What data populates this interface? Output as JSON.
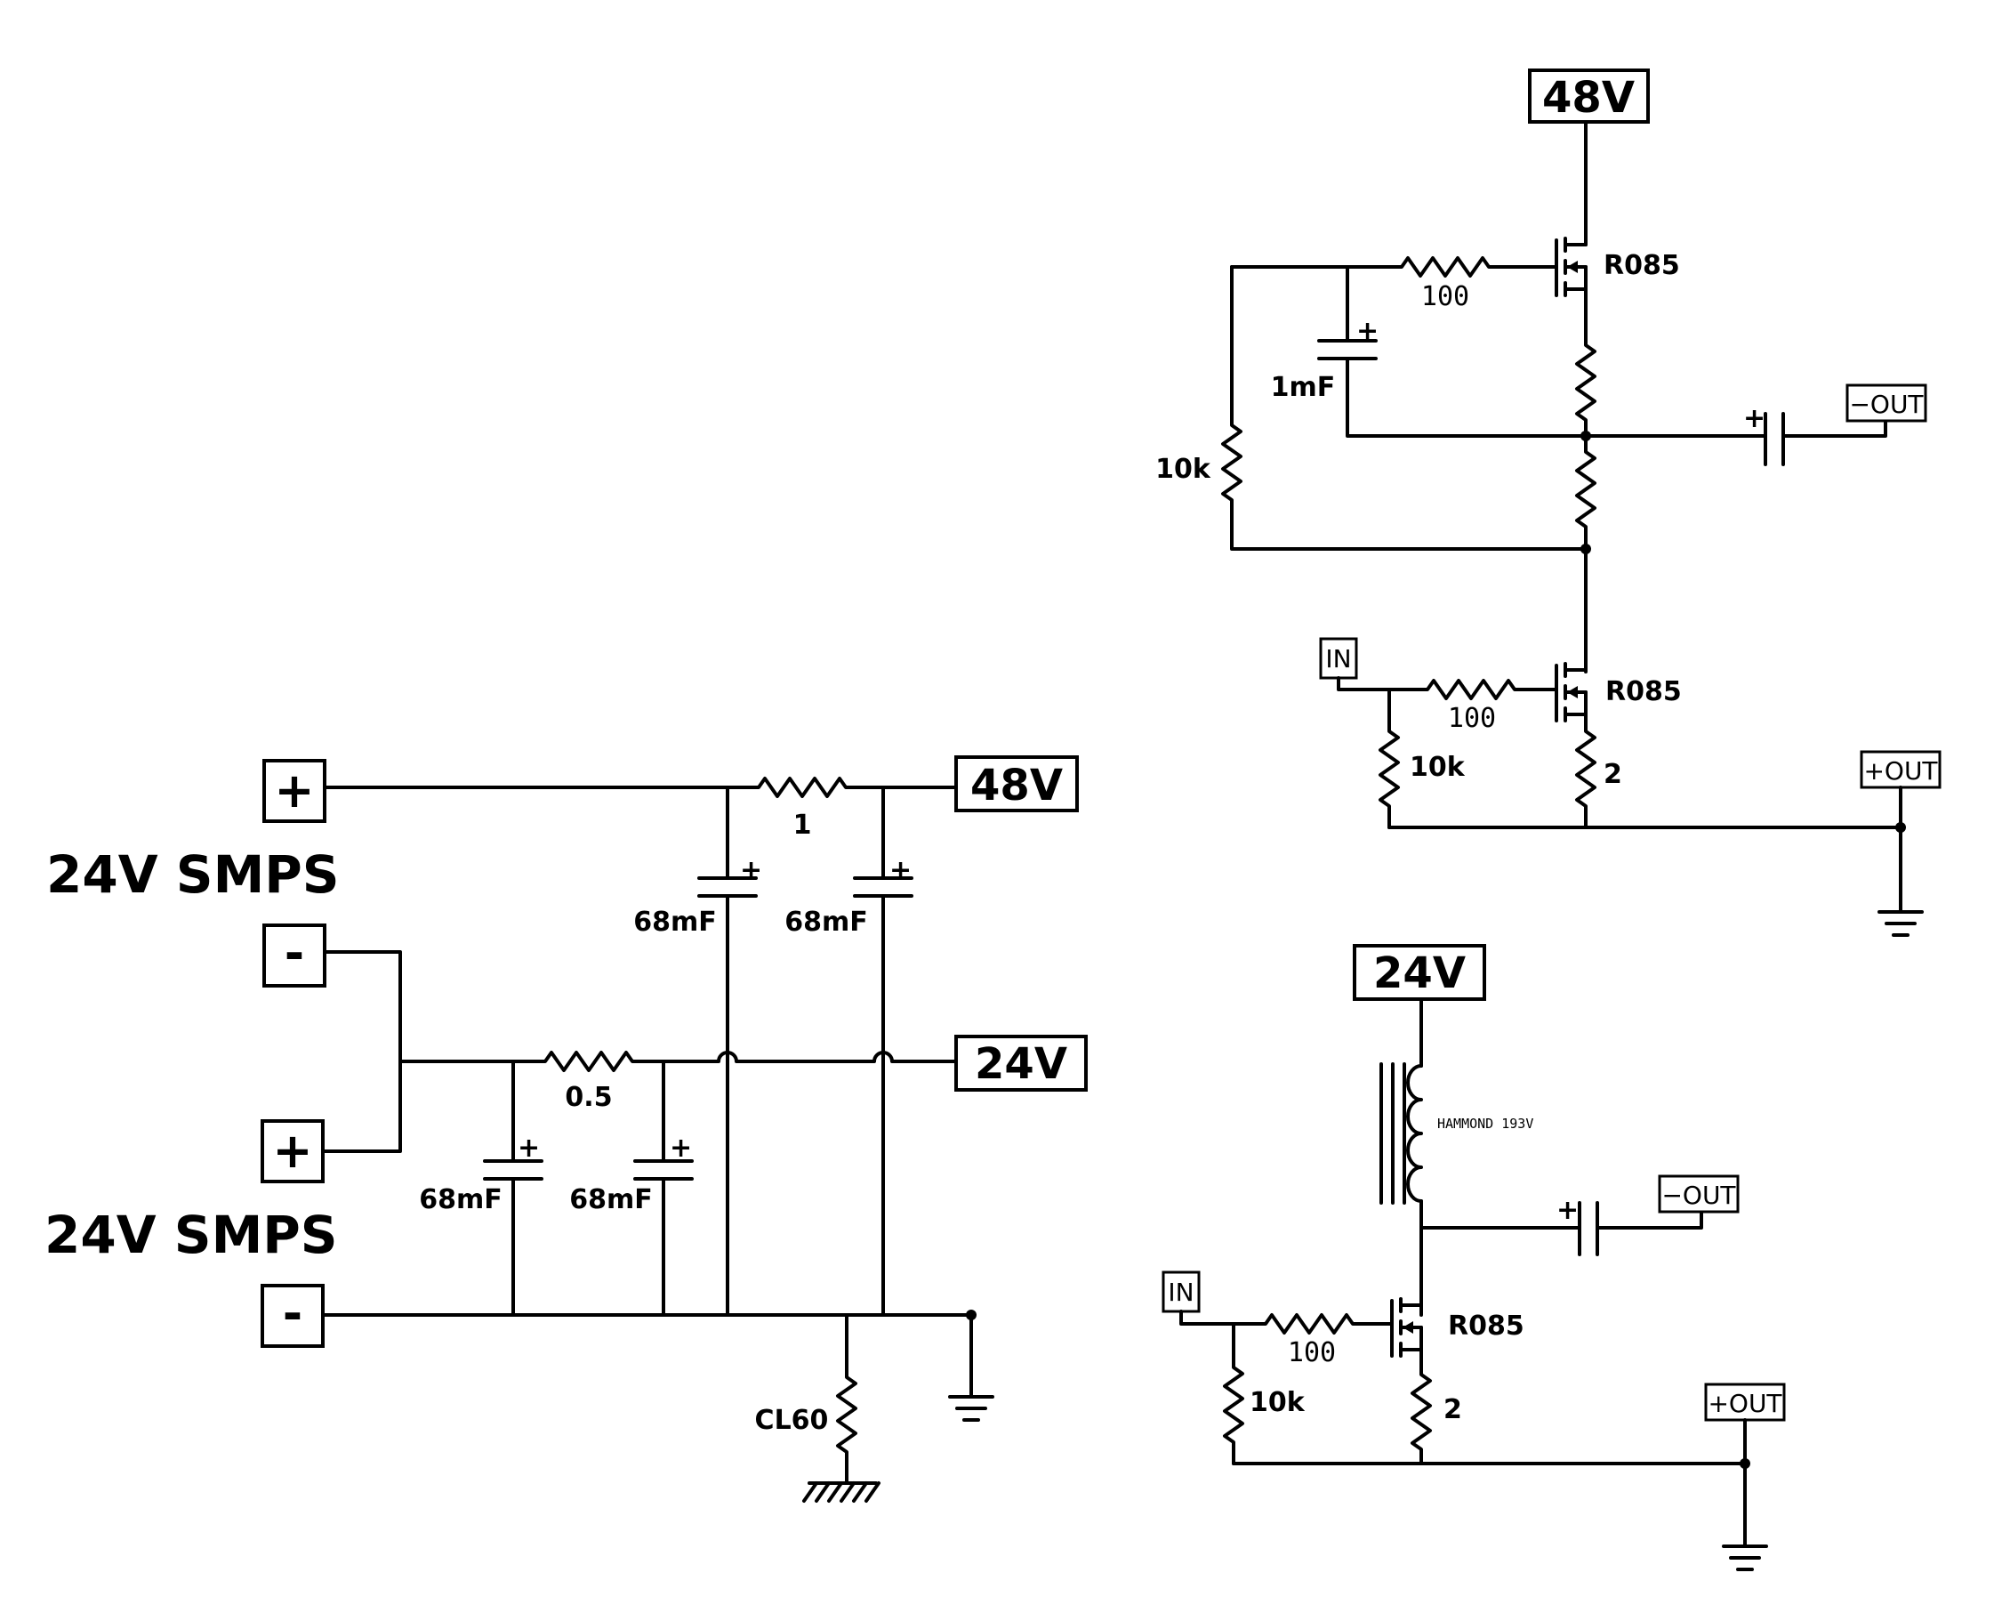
{
  "supply": {
    "smps_top_label": "24V SMPS",
    "smps_bottom_label": "24V SMPS",
    "plus_sign": "+",
    "minus_sign": "-",
    "rail_48v": "48V",
    "rail_24v": "24V",
    "r_series_48": "1",
    "r_series_24": "0.5",
    "cap_value": "68mF",
    "ground_resistor": "CL60"
  },
  "stage_48v": {
    "supply_label": "48V",
    "top_mosfet": "R085",
    "bottom_mosfet": "R085",
    "gate_resistor_top": "100",
    "gate_resistor_bottom": "100",
    "bootstrap_cap": "1mF",
    "feedback_resistor": "10k",
    "input_bias_resistor": "10k",
    "source_resistor": "2",
    "input_label": "IN",
    "neg_out_label": "−OUT",
    "pos_out_label": "+OUT"
  },
  "stage_24v": {
    "supply_label": "24V",
    "transformer": "HAMMOND 193V",
    "mosfet": "R085",
    "gate_resistor": "100",
    "input_bias_resistor": "10k",
    "source_resistor": "2",
    "input_label": "IN",
    "neg_out_label": "−OUT",
    "pos_out_label": "+OUT"
  }
}
